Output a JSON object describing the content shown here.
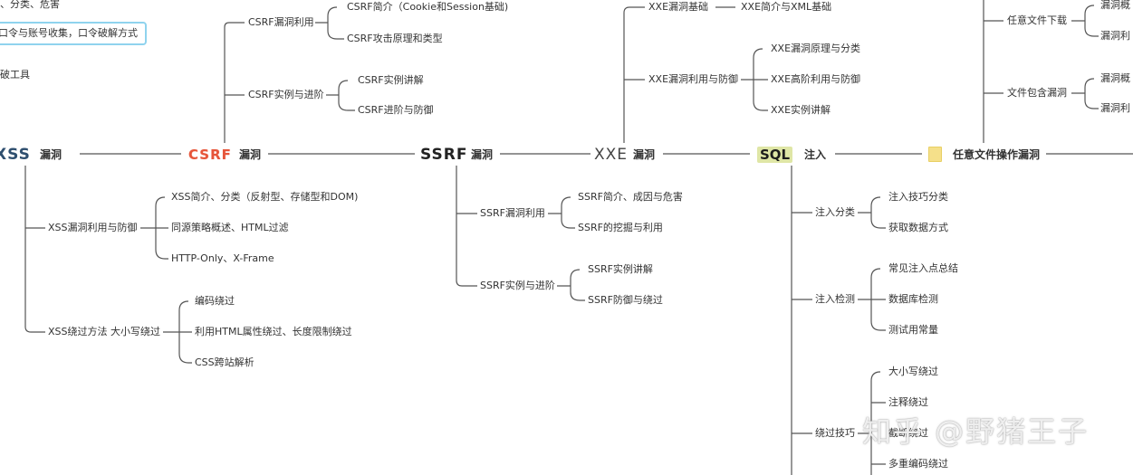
{
  "top_left": {
    "fragment_line1": "、分类、危害",
    "callout": "口令与账号收集，口令破解方式",
    "fragment_tools": "破工具"
  },
  "main_nodes": {
    "xss": {
      "logo": "XSS",
      "label": "漏洞"
    },
    "csrf": {
      "logo": "CSRF",
      "label": "漏洞"
    },
    "ssrf": {
      "logo": "SSRF",
      "label": "漏洞"
    },
    "xxe": {
      "logo": "XXE",
      "label": "漏洞"
    },
    "sql": {
      "logo": "SQL",
      "label": "注入"
    },
    "file": {
      "label": "任意文件操作漏洞"
    }
  },
  "csrf": {
    "exploit": {
      "label": "CSRF漏洞利用",
      "children": [
        "CSRF简介（Cookie和Session基础)",
        "CSRF攻击原理和类型"
      ]
    },
    "practice": {
      "label": "CSRF实例与进阶",
      "children": [
        "CSRF实例讲解",
        "CSRF进阶与防御"
      ]
    }
  },
  "xxe": {
    "basics": {
      "label": "XXE漏洞基础",
      "child": "XXE简介与XML基础"
    },
    "exploit": {
      "label": "XXE漏洞利用与防御",
      "children": [
        "XXE漏洞原理与分类",
        "XXE高阶利用与防御",
        "XXE实例讲解"
      ]
    }
  },
  "file": {
    "download": {
      "label": "任意文件下载",
      "children": [
        "漏洞概",
        "漏洞利"
      ]
    },
    "include": {
      "label": "文件包含漏洞",
      "children": [
        "漏洞概",
        "漏洞利"
      ]
    }
  },
  "xss": {
    "exploit": {
      "label": "XSS漏洞利用与防御",
      "children": [
        "XSS简介、分类（反射型、存储型和DOM)",
        "同源策略概述、HTML过滤",
        "HTTP-Only、X-Frame"
      ]
    },
    "bypass": {
      "label": "XSS绕过方法 大小写绕过",
      "children": [
        "编码绕过",
        "利用HTML属性绕过、长度限制绕过",
        "CSS跨站解析"
      ]
    }
  },
  "ssrf": {
    "exploit": {
      "label": "SSRF漏洞利用",
      "children": [
        "SSRF简介、成因与危害",
        "SSRF的挖掘与利用"
      ]
    },
    "practice": {
      "label": "SSRF实例与进阶",
      "children": [
        "SSRF实例讲解",
        "SSRF防御与绕过"
      ]
    }
  },
  "sql": {
    "classify": {
      "label": "注入分类",
      "children": [
        "注入技巧分类",
        "获取数据方式"
      ]
    },
    "detect": {
      "label": "注入检测",
      "children": [
        "常见注入点总结",
        "数据库检测",
        "测试用常量"
      ]
    },
    "bypass": {
      "label": "绕过技巧",
      "children": [
        "大小写绕过",
        "注释绕过",
        "截断绕过",
        "多重编码绕过"
      ]
    }
  },
  "watermark": "知乎 @野猪王子",
  "colors": {
    "line": "#555555",
    "callout_border": "#8fd3ee",
    "csrf_logo": "#e6553a",
    "sql_bg": "#dfe6a6",
    "folder": "#f5e08a"
  }
}
